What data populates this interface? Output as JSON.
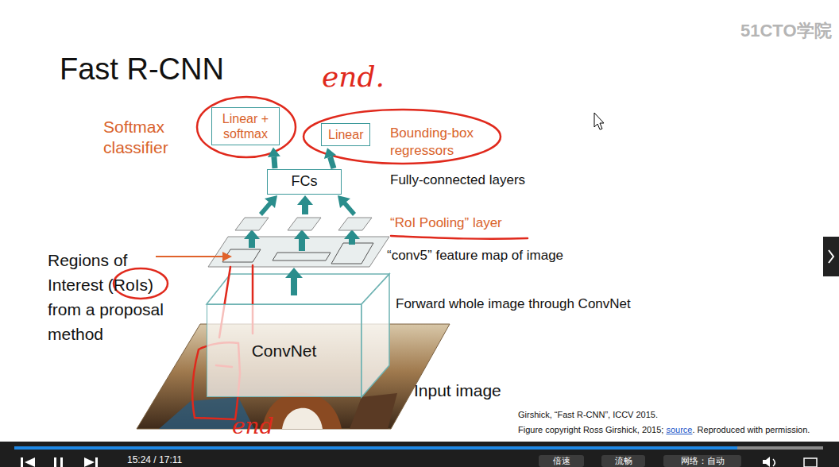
{
  "diagram": {
    "title": "Fast R-CNN",
    "nodes": [
      {
        "text": [
          "Linear + softmax"
        ]
      },
      {
        "text": [
          "Linear"
        ]
      },
      {
        "text": [
          "FCs"
        ]
      },
      {
        "text": [
          "ConvNet"
        ]
      }
    ],
    "edges": [
      {
        "from": 2,
        "to": 0,
        "arrow": "to"
      },
      {
        "from": 2,
        "to": 1,
        "arrow": "to"
      }
    ],
    "labels": [
      "Softmax classifier",
      "Bounding-box regressors",
      "Fully-connected layers",
      "“RoI Pooling” layer",
      "“conv5” feature map of image",
      "Regions of Interest (RoIs) from a proposal method",
      "Forward whole image through ConvNet",
      "Input image",
      "Girshick, “Fast R-CNN”, ICCV 2015.",
      "Figure copyright Ross Girshick, 2015;",
      "source",
      ". Reproduced with permission.",
      "end.",
      "end",
      "51CTO学院",
      "15:24 / 17:11",
      "倍速",
      "流畅",
      "网络：自动"
    ]
  }
}
